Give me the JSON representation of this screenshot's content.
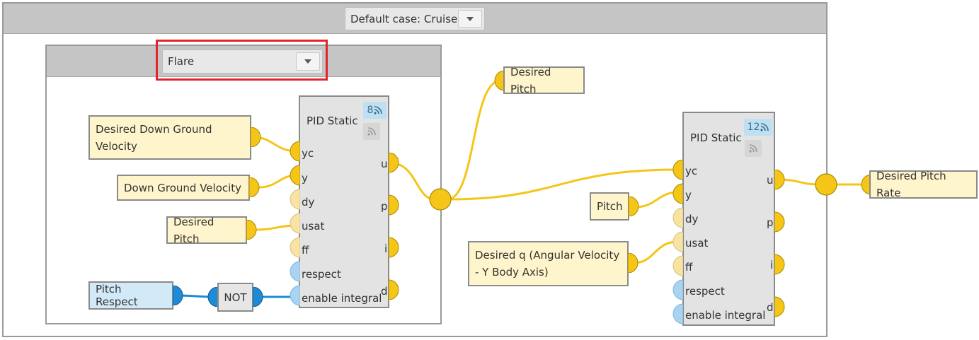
{
  "outer_case": {
    "selected": "Default case: Cruise"
  },
  "inner_case": {
    "selected": "Flare"
  },
  "pid_a": {
    "title": "PID Static",
    "badge": "8",
    "inputs": [
      "yc",
      "y",
      "dy",
      "usat",
      "ff",
      "respect",
      "enable integral"
    ],
    "outputs": [
      "u",
      "p",
      "i",
      "d"
    ]
  },
  "pid_b": {
    "title": "PID Static",
    "badge": "12",
    "inputs": [
      "yc",
      "y",
      "dy",
      "usat",
      "ff",
      "respect",
      "enable integral"
    ],
    "outputs": [
      "u",
      "p",
      "i",
      "d"
    ]
  },
  "nodes": {
    "desired_down_ground_velocity": "Desired Down Ground Velocity",
    "down_ground_velocity": "Down Ground Velocity",
    "desired_pitch_input": "Desired Pitch",
    "pitch_respect": "Pitch Respect",
    "not_gate": "NOT",
    "desired_pitch_output": "Desired Pitch",
    "pitch": "Pitch",
    "desired_q": "Desired q (Angular Velocity - Y Body Axis)",
    "desired_pitch_rate": "Desired Pitch Rate"
  },
  "colors": {
    "wire_yellow": "#f5c518",
    "wire_blue": "#1f8ad6",
    "port_yellow": "#f5c518",
    "port_yellow_faded": "#f7e3a3",
    "port_blue_faded": "#a9d3f0",
    "highlight": "#e2252b"
  },
  "icons": [
    "feed-icon",
    "chevron-down-icon"
  ]
}
